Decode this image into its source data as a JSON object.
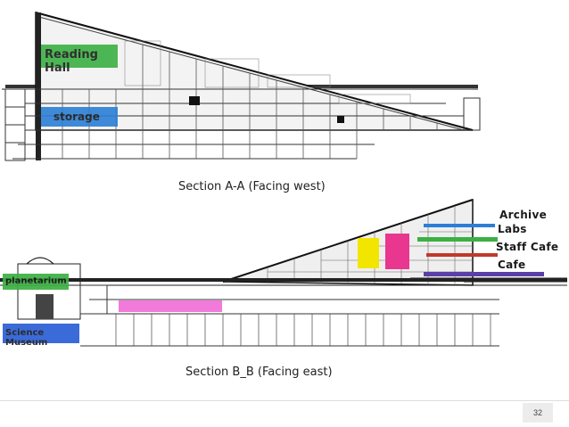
{
  "section_a": {
    "caption": "Section A-A (Facing west)",
    "labels": {
      "reading_hall": "Reading Hall",
      "storage": "storage"
    },
    "colors": {
      "reading_hall": "#3cb043",
      "storage": "#2b7fd6"
    }
  },
  "section_b": {
    "caption": "Section B_B (Facing east)",
    "labels": {
      "archive": "Archive",
      "labs": "Labs",
      "staff_cafe": "Staff Cafe",
      "cafe": "Cafe",
      "planetarium": "planetarium",
      "science_museum": "Science Museum"
    },
    "colors": {
      "archive": "#2b7fd6",
      "labs": "#3cb043",
      "staff_cafe": "#c0392b",
      "cafe": "#5b3fa8",
      "planetarium": "#3cb043",
      "science_museum": "#2b5fd6",
      "yellow_room": "#f2e600",
      "pink_room": "#e9368f",
      "magenta_band": "#f06bd6"
    }
  },
  "footer": {
    "page_number": "32"
  }
}
